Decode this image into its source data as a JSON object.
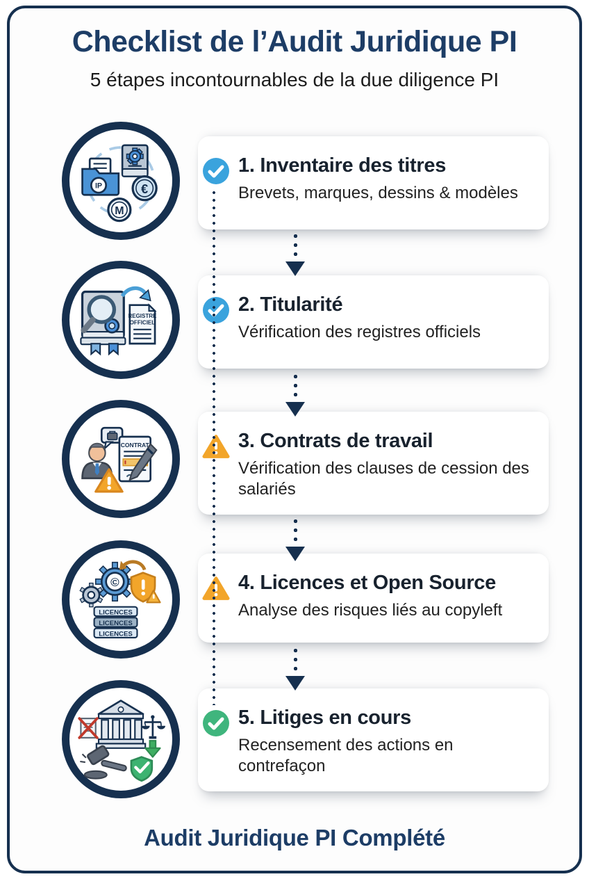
{
  "header": {
    "title": "Checklist de l’Audit Juridique PI",
    "subtitle": "5 étapes incontournables de la due diligence PI"
  },
  "footer": {
    "label": "Audit Juridique PI Complété"
  },
  "colors": {
    "navy": "#16304f",
    "title_navy": "#1d3d66",
    "check_blue": "#3aa3dd",
    "check_green": "#3fb57d",
    "warning_orange": "#f2a52a",
    "card_bg": "#ffffff"
  },
  "steps": [
    {
      "number": "1",
      "title": "1. Inventaire des titres",
      "subtitle": "Brevets, marques, dessins & modèles",
      "status": "complete",
      "status_icon": "check-circle-blue",
      "icon": "ip-portfolio-icon",
      "labels": {
        "ip": "IP",
        "m": "M",
        "euro": "€"
      }
    },
    {
      "number": "2",
      "title": "2. Titularité",
      "subtitle": "Vérification des registres officiels",
      "status": "complete",
      "status_icon": "check-circle-blue",
      "icon": "official-registry-icon",
      "labels": {
        "line1": "REGISTRE",
        "line2": "OFFICIEL"
      }
    },
    {
      "number": "3",
      "title": "3. Contrats de travail",
      "subtitle": "Vérification des clauses de cession des salariés",
      "status": "warning",
      "status_icon": "warning-triangle",
      "icon": "employee-contract-icon",
      "labels": {
        "contract": "CONTRAT"
      }
    },
    {
      "number": "4",
      "title": "4. Licences et Open Source",
      "subtitle": "Analyse des risques liés au copyleft",
      "status": "warning",
      "status_icon": "warning-triangle",
      "icon": "open-source-licences-icon",
      "labels": {
        "licences": "LICENCES"
      }
    },
    {
      "number": "5",
      "title": "5. Litiges en cours",
      "subtitle": "Recensement des actions en contrefaçon",
      "status": "complete",
      "status_icon": "check-circle-green",
      "icon": "litigation-icon",
      "labels": {}
    }
  ]
}
